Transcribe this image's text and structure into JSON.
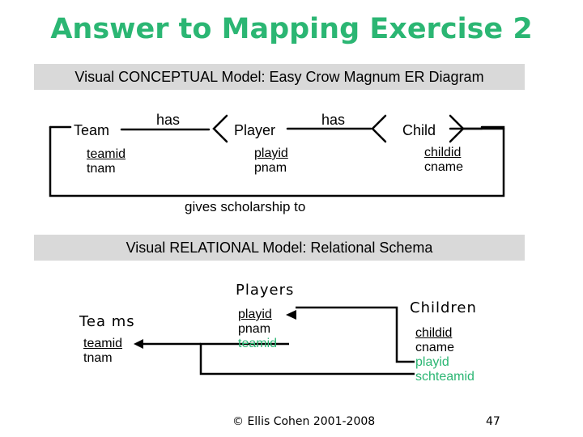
{
  "title": "Answer to Mapping Exercise 2",
  "conceptual": {
    "heading": "Visual CONCEPTUAL Model: Easy Crow Magnum ER Diagram",
    "entities": [
      {
        "name": "Team",
        "attrs": [
          "teamid",
          "tnam"
        ]
      },
      {
        "name": "Player",
        "attrs": [
          "playid",
          "pnam"
        ]
      },
      {
        "name": "Child",
        "attrs": [
          "childid",
          "cname"
        ]
      }
    ],
    "relationships": {
      "team_player": "has",
      "player_child": "has",
      "team_child": "gives scholarship to"
    }
  },
  "relational": {
    "heading": "Visual RELATIONAL Model: Relational Schema",
    "tables": {
      "teams": {
        "name": "Tea ms",
        "attrs": [
          "teamid",
          "tnam"
        ]
      },
      "players": {
        "name": "Players",
        "attrs": [
          "playid",
          "pnam",
          "teamid"
        ]
      },
      "children": {
        "name": "Children",
        "attrs": [
          "childid",
          "cname",
          "playid",
          "schteamid"
        ]
      }
    }
  },
  "colors": {
    "title": "#2bb673",
    "foreign_key": "#2bb673",
    "band": "#d9d9d9"
  },
  "footer": {
    "copyright": "© Ellis Cohen 2001-2008",
    "page": "47"
  }
}
